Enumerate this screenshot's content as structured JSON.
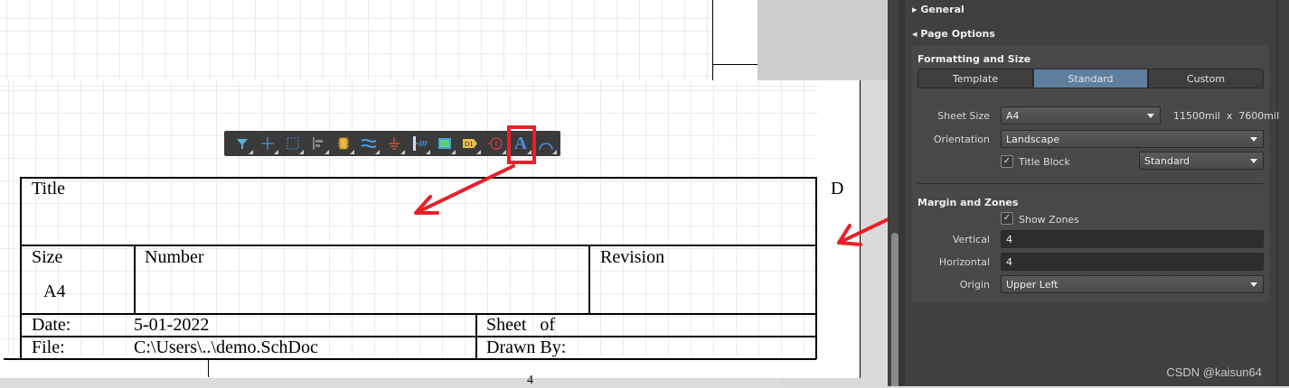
{
  "title_block": {
    "title": "Title",
    "size_label": "Size",
    "size_value": "A4",
    "number_label": "Number",
    "revision_label": "Revision",
    "date_label": "Date:",
    "date_value": "5-01-2022",
    "sheet_label": "Sheet   of",
    "file_label": "File:",
    "file_value": "C:\\Users\\..\\demo.SchDoc",
    "drawn_by_label": "Drawn By:",
    "zone_letter": "D",
    "zone_number": "4"
  },
  "toolbar": {
    "tools": [
      "filter-icon",
      "crosshair-icon",
      "selection-box-icon",
      "align-icon",
      "component-icon",
      "bus-icon",
      "ground-icon",
      "port-icon",
      "sheet-symbol-icon",
      "net-label-icon",
      "directive-icon",
      "text-icon",
      "arc-icon"
    ],
    "highlighted": "text-icon"
  },
  "panel": {
    "general": "General",
    "page_options": "Page Options",
    "formatting": "Formatting and Size",
    "tabs": [
      "Template",
      "Standard",
      "Custom"
    ],
    "active_tab": "Standard",
    "sheet_size_label": "Sheet Size",
    "sheet_size": "A4",
    "sheet_dims": "11500mil  x  7600mil",
    "orientation_label": "Orientation",
    "orientation": "Landscape",
    "title_block_label": "Title Block",
    "title_block_checked": true,
    "title_block_style": "Standard",
    "margin_zones": "Margin and Zones",
    "show_zones_label": "Show Zones",
    "show_zones_checked": true,
    "vertical_label": "Vertical",
    "vertical": "4",
    "horizontal_label": "Horizontal",
    "horizontal": "4",
    "origin_label": "Origin",
    "origin": "Upper Left"
  },
  "watermark": "CSDN @kaisun64",
  "colors": {
    "annotation": "#e8202a",
    "active_tab": "#5f7f9f"
  }
}
